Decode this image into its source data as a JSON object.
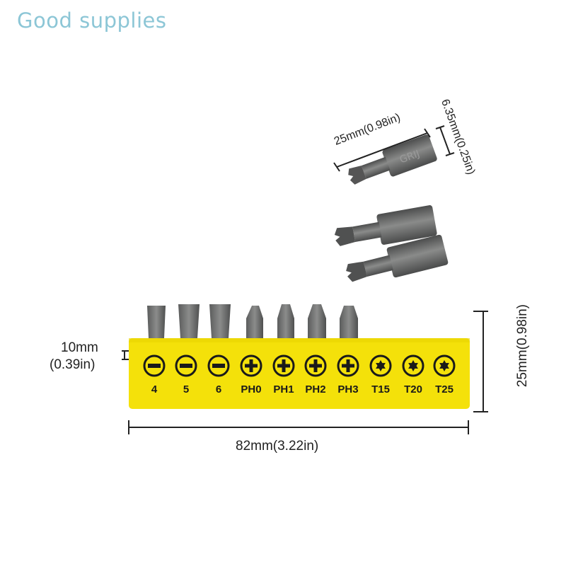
{
  "watermark": "Good supplies",
  "dimensions": {
    "bit_length": "25mm(0.98in)",
    "shank_width": "6.35mm(0.25in)",
    "holder_gap_top": "10mm",
    "holder_gap_bottom": "(0.39in)",
    "holder_height": "25mm(0.98in)",
    "holder_width": "82mm(3.22in)"
  },
  "holder": {
    "color": "#f4e10a",
    "slots": [
      {
        "label": "4",
        "icon": "slotted-icon"
      },
      {
        "label": "5",
        "icon": "slotted-icon"
      },
      {
        "label": "6",
        "icon": "slotted-icon"
      },
      {
        "label": "PH0",
        "icon": "phillips-icon"
      },
      {
        "label": "PH1",
        "icon": "phillips-icon"
      },
      {
        "label": "PH2",
        "icon": "phillips-icon"
      },
      {
        "label": "PH3",
        "icon": "phillips-icon"
      },
      {
        "label": "T15",
        "icon": "torx-icon"
      },
      {
        "label": "T20",
        "icon": "torx-icon"
      },
      {
        "label": "T25",
        "icon": "torx-icon"
      }
    ]
  }
}
